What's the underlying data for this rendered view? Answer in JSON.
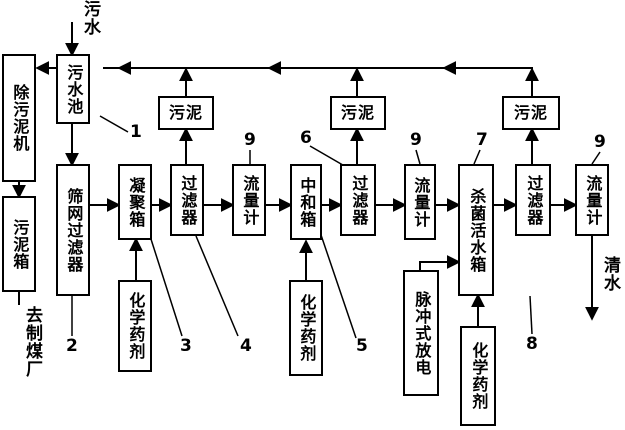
{
  "nodes": {
    "sludge_remover": "除污泥机",
    "sewage_tank": "污水池",
    "sludge_tank": "污泥箱",
    "screen_filter": "筛网过滤器",
    "coagulation_tank": "凝聚箱",
    "chemical_1": "化学药剂",
    "filter_1": "过滤器",
    "flowmeter_1": "流量计",
    "neutralization_tank": "中和箱",
    "chemical_2": "化学药剂",
    "filter_2": "过滤器",
    "flowmeter_2": "流量计",
    "sterilization_tank": "杀菌活水箱",
    "pulse_discharge": "脉冲式放电",
    "chemical_3": "化学药剂",
    "filter_3": "过滤器",
    "flowmeter_3": "流量计",
    "sludge_1": "污泥",
    "sludge_2": "污泥",
    "sludge_3": "污泥"
  },
  "flow_labels": {
    "inlet": "污水",
    "outlet": "清水",
    "waste_out": "去制煤厂"
  },
  "callouts": {
    "n1": "1",
    "n2": "2",
    "n3": "3",
    "n4": "4",
    "n5": "5",
    "n6": "6",
    "n7": "7",
    "n8": "8",
    "n9a": "9",
    "n9b": "9",
    "n9c": "9"
  }
}
